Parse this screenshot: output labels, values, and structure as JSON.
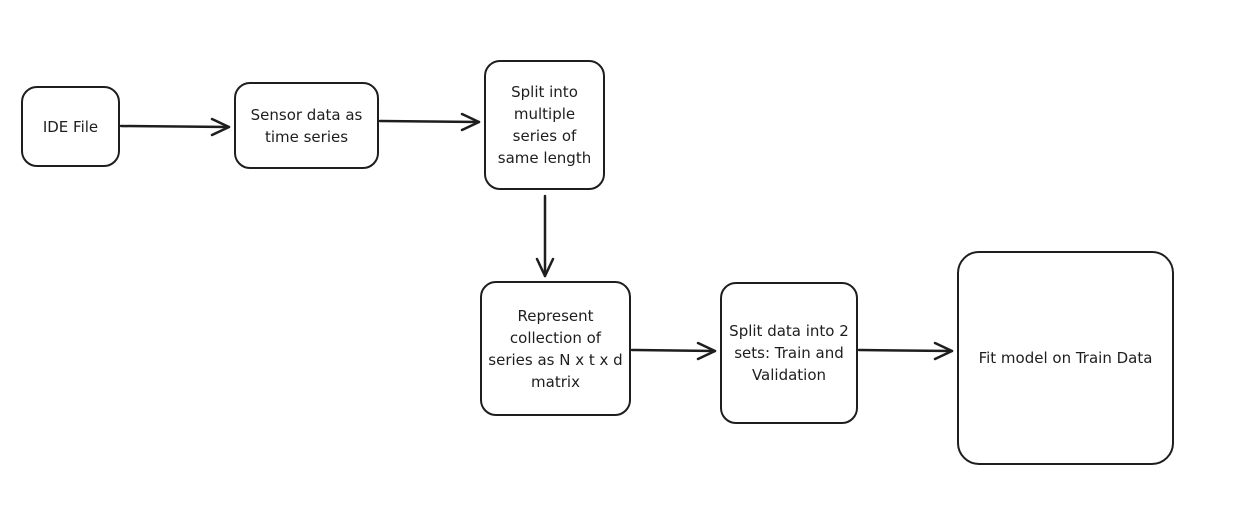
{
  "nodes": {
    "ide_file": "IDE File",
    "sensor_data": "Sensor data as time series",
    "split_series": "Split into multiple series of same length",
    "represent": "Represent collection of series as N x t x d matrix",
    "split_data": "Split data into 2 sets: Train and Validation",
    "fit_model": "Fit model on Train Data"
  },
  "colors": {
    "stroke": "#1e1e1e",
    "background": "#ffffff"
  }
}
